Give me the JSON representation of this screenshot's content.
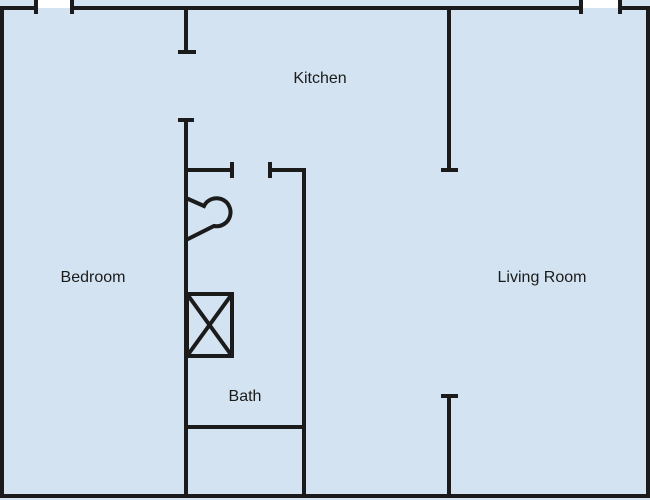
{
  "floor_color": "#d3e3f1",
  "wall_color": "#1b1b1b",
  "rooms": {
    "kitchen": "Kitchen",
    "bedroom": "Bedroom",
    "living_room": "Living Room",
    "bath": "Bath"
  },
  "fixtures": {
    "toilet_icon": "toilet-icon",
    "shower_icon": "shower-icon"
  }
}
